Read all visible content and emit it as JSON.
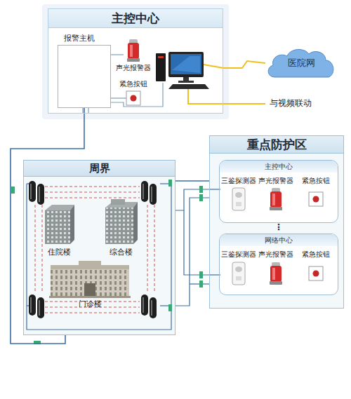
{
  "diagram": {
    "nodes": [
      {
        "text": [
          "主控中心"
        ]
      },
      {
        "text": [
          "报警主机"
        ],
        "in": 0
      },
      {
        "text": [
          "医院网"
        ]
      },
      {
        "text": [
          "周界"
        ]
      },
      {
        "text": [
          "重点防护区"
        ]
      },
      {
        "text": [
          "主控中心"
        ],
        "in": 4
      },
      {
        "text": [
          "网络中心"
        ],
        "in": 4
      }
    ],
    "edges": [
      {
        "from": 0,
        "to": 2,
        "arrow": "none"
      },
      {
        "from": 1,
        "to": 3,
        "arrow": "none"
      },
      {
        "from": 3,
        "to": 4,
        "arrow": "none"
      }
    ],
    "labels": [
      "声光报警器",
      "紧急按钮",
      "与视频联动",
      "住院楼",
      "综合楼",
      "门诊楼",
      "三鉴探测器",
      "声光报警器",
      "紧急按钮",
      "⋮",
      "三鉴探测器",
      "声光报警器",
      "紧急按钮"
    ]
  }
}
